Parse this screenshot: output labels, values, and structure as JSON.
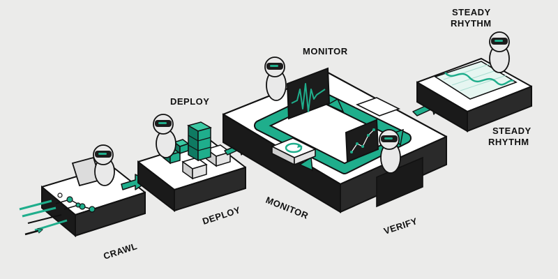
{
  "labels": {
    "crawl": "CRAWL",
    "deploy_top": "DEPLOY",
    "deploy_bottom": "DEPLOY",
    "monitor_top": "MONITOR",
    "monitor_bottom": "MONITOR",
    "verify": "VERIFY",
    "steady_top_1": "STEADY",
    "steady_top_2": "RHYTHM",
    "steady_right_1": "STEADY",
    "steady_right_2": "RHYTHM"
  },
  "colors": {
    "accent": "#1fae8c",
    "accent_dark": "#0f7a62",
    "ink": "#111111",
    "platform_top": "#ffffff",
    "platform_side": "#1a1a1a",
    "background": "#ebebea",
    "robot_body": "#e9e9e9",
    "screen_bg": "#1c1c1c"
  },
  "icons": {
    "crawl_robot": "robot-with-laptop-icon",
    "deploy_robot": "robot-icon",
    "monitor_robot": "robot-icon",
    "verify_robot": "robot-icon",
    "steady_robot": "robot-icon",
    "waveform_screen": "waveform-monitor-icon",
    "scatter_screen": "scatter-chart-monitor-icon",
    "refresh_box": "refresh-cycle-icon",
    "server_stack": "server-stack-icon"
  }
}
